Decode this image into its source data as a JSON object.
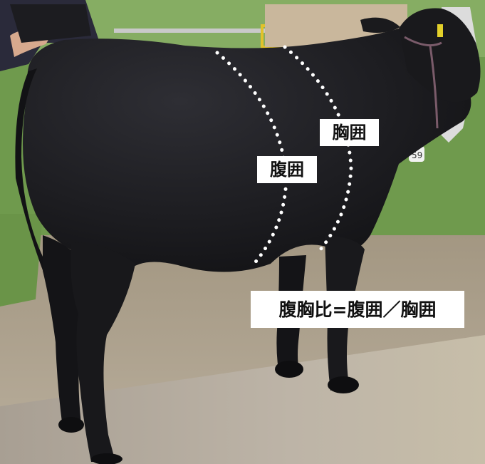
{
  "photo": {
    "subject": "black-cow-standing-side-view",
    "colors": {
      "cow": "#1b1b1f",
      "grass": "#6f9a4d",
      "ground": "#b7aa97",
      "concrete": "#b9b0a3",
      "marker_dots": "#ffffff",
      "label_bg": "#ffffff",
      "label_text": "#111111"
    }
  },
  "labels": {
    "chest_girth": "胸囲",
    "belly_girth": "腹囲",
    "ratio_formula": "腹胸比=腹囲／胸囲"
  },
  "background_details": {
    "ear_tag": "59"
  }
}
